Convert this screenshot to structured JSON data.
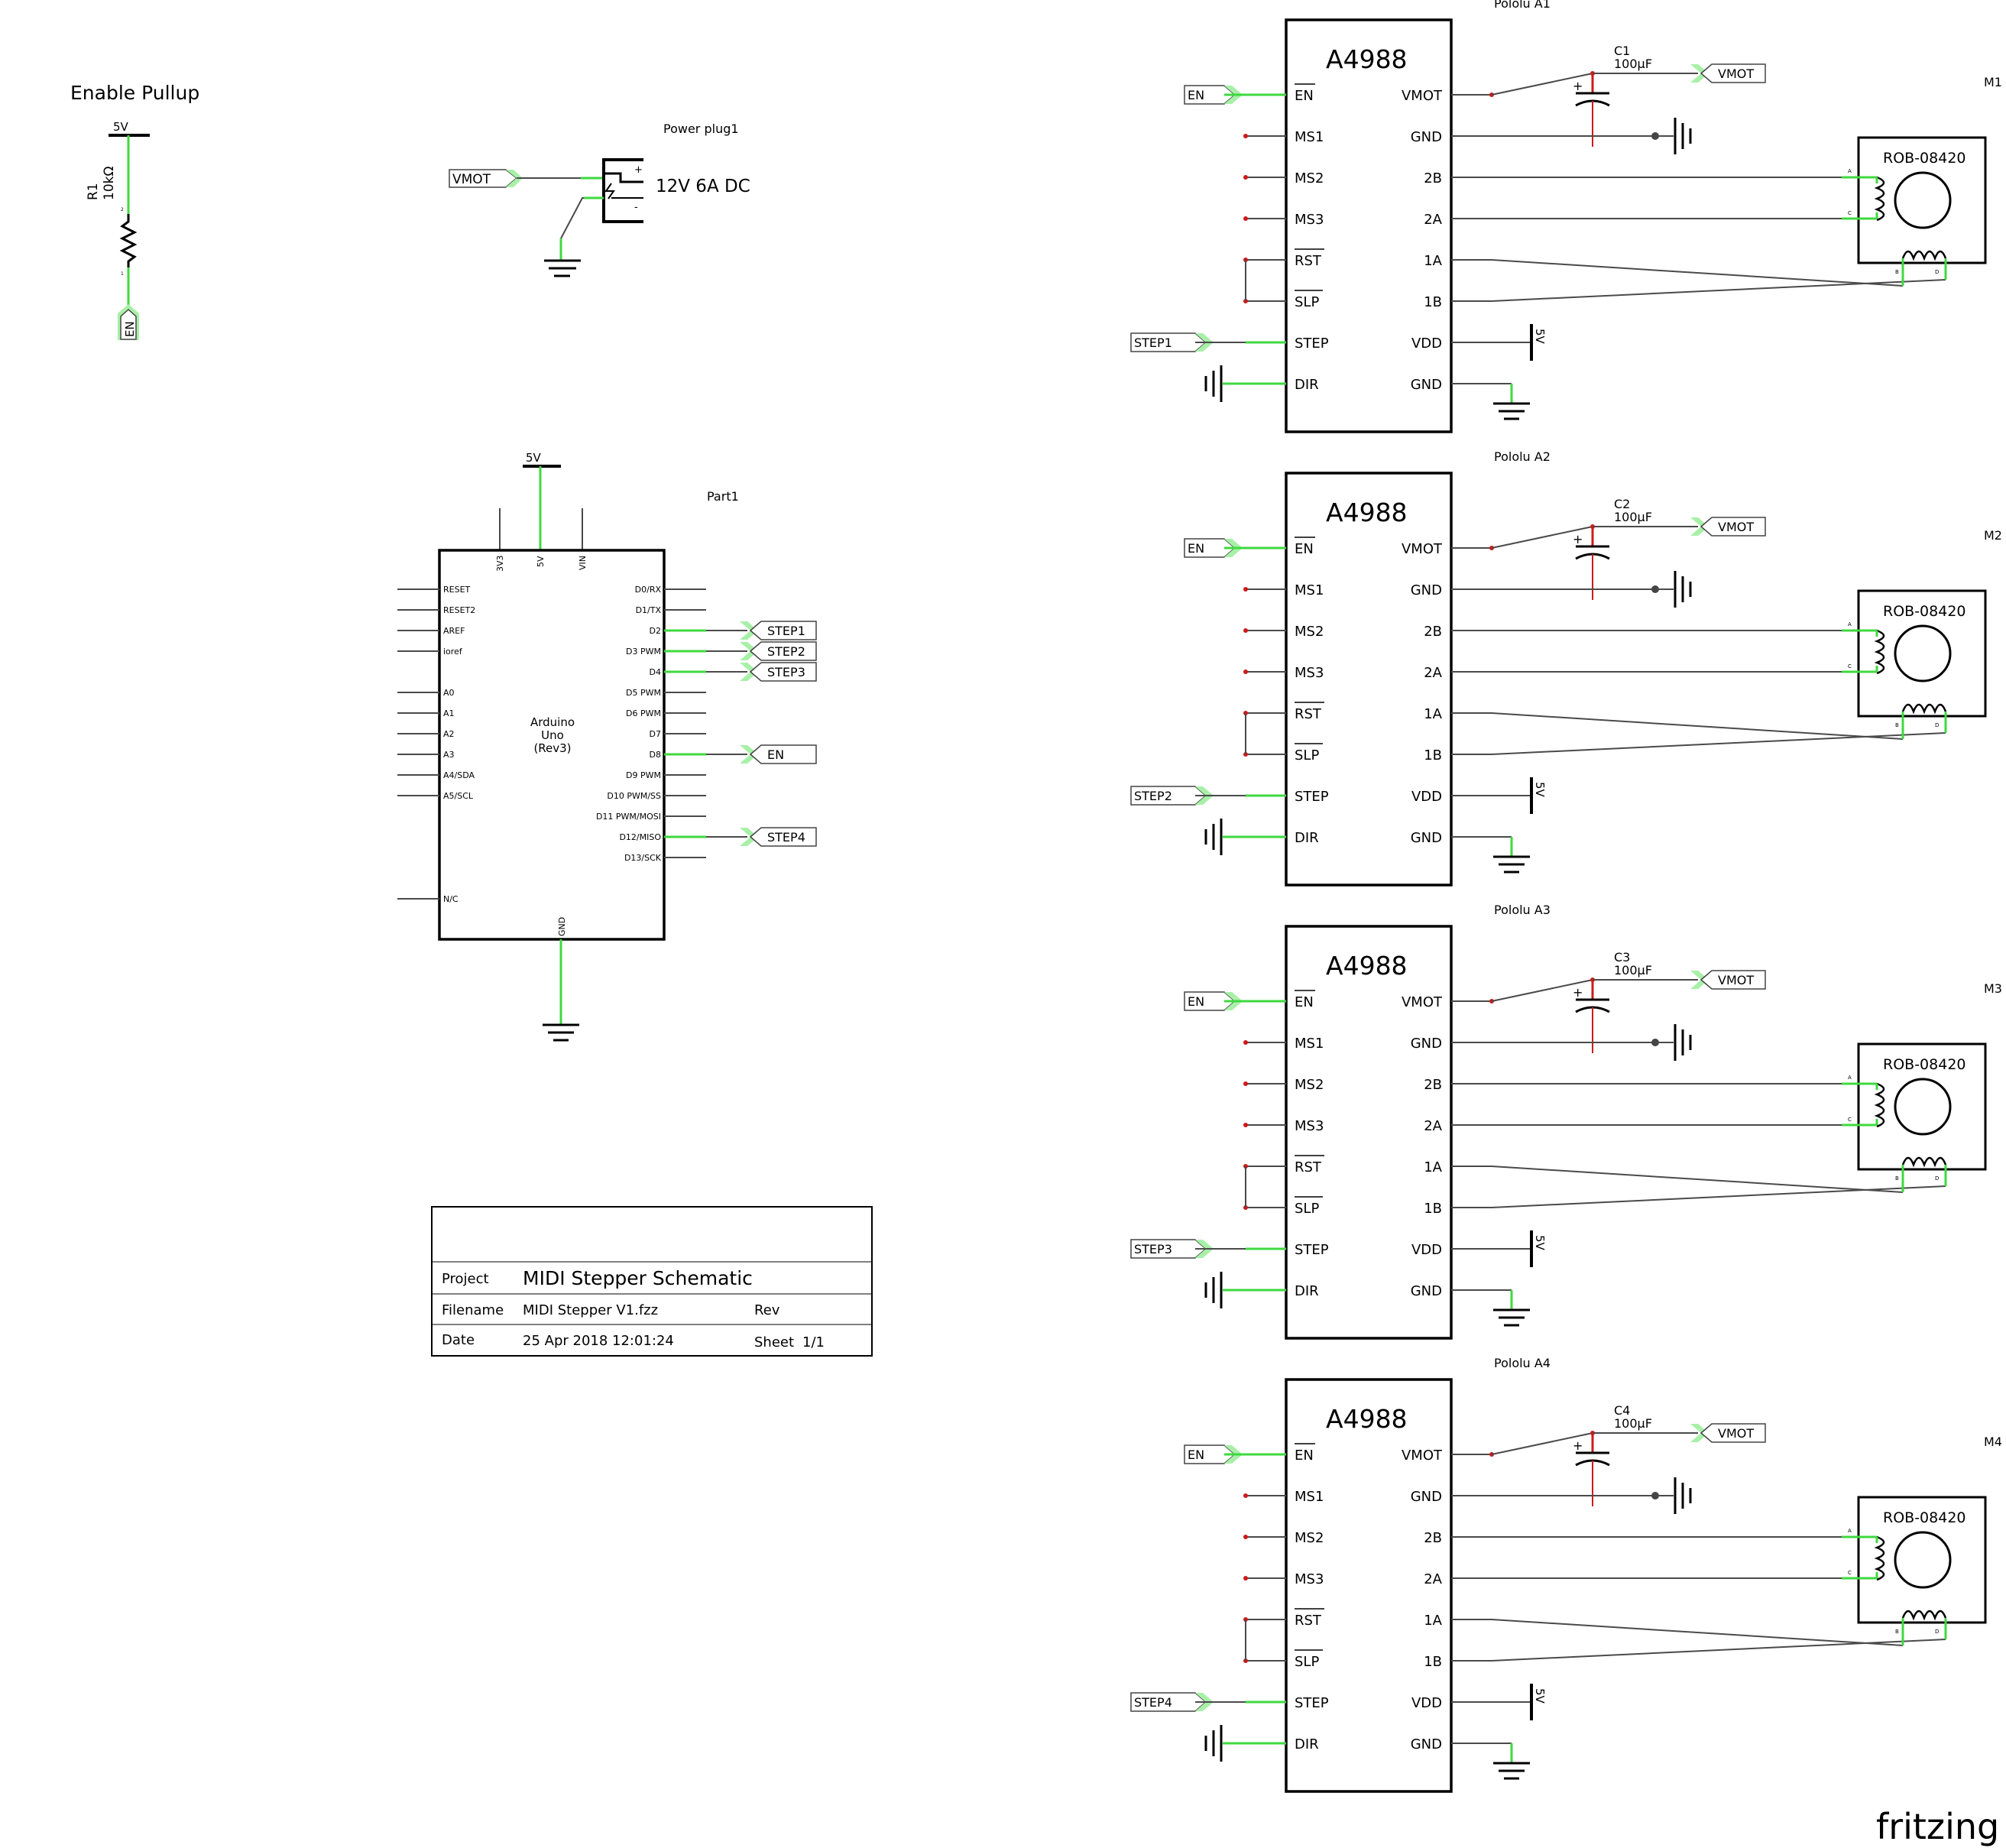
{
  "colors": {
    "wire": "#4a4a4a",
    "connected": "#3fd93f",
    "unconnected": "#cc1a1a",
    "pin_label": "#8c8c8c",
    "background": "#ffffff"
  },
  "pullup": {
    "title": "Enable Pullup",
    "supply_label": "5V",
    "ref": "R1",
    "value": "10kΩ",
    "pin_top": "2",
    "pin_bottom": "1",
    "net_label": "EN"
  },
  "power_plug": {
    "title": "Power plug1",
    "rating": "12V 6A DC",
    "net_label": "VMOT",
    "plus": "+",
    "minus": "-"
  },
  "arduino": {
    "part_label": "Part1",
    "name_lines": [
      "Arduino",
      "Uno",
      "(Rev3)"
    ],
    "supply_label": "5V",
    "top_pins": [
      "3V3",
      "5V",
      "VIN"
    ],
    "bottom_pin": "GND",
    "left_pins": [
      "RESET",
      "RESET2",
      "AREF",
      "ioref",
      "A0",
      "A1",
      "A2",
      "A3",
      "A4/SDA",
      "A5/SCL",
      "N/C"
    ],
    "right_pins": [
      "D0/RX",
      "D1/TX",
      "D2",
      "D3 PWM",
      "D4",
      "D5 PWM",
      "D6 PWM",
      "D7",
      "D8",
      "D9 PWM",
      "D10 PWM/SS",
      "D11 PWM/MOSI",
      "D12/MISO",
      "D13/SCK"
    ],
    "net_labels": [
      "STEP1",
      "STEP2",
      "STEP3",
      "EN",
      "STEP4"
    ]
  },
  "title_block": {
    "project_label": "Project",
    "project": "MIDI Stepper Schematic",
    "filename_label": "Filename",
    "filename": "MIDI Stepper V1.fzz",
    "rev_label": "Rev",
    "date_label": "Date",
    "date": "25 Apr 2018 12:01:24",
    "sheet_label": "Sheet",
    "sheet": "1/1"
  },
  "drivers": [
    {
      "title": "Pololu A1",
      "cap_ref": "C1",
      "motor_ref": "M1",
      "step_label": "STEP1"
    },
    {
      "title": "Pololu A2",
      "cap_ref": "C2",
      "motor_ref": "M2",
      "step_label": "STEP2"
    },
    {
      "title": "Pololu A3",
      "cap_ref": "C3",
      "motor_ref": "M3",
      "step_label": "STEP3"
    },
    {
      "title": "Pololu A4",
      "cap_ref": "C4",
      "motor_ref": "M4",
      "step_label": "STEP4"
    }
  ],
  "driver_common": {
    "chip": "A4988",
    "left_pins": [
      "EN",
      "MS1",
      "MS2",
      "MS3",
      "RST",
      "SLP",
      "STEP",
      "DIR"
    ],
    "right_pins": [
      "VMOT",
      "GND",
      "2B",
      "2A",
      "1A",
      "1B",
      "VDD",
      "GND"
    ],
    "en_label": "EN",
    "vmot_label": "VMOT",
    "cap_value": "100µF",
    "vdd_supply": "5V",
    "motor_part": "ROB-08420",
    "motor_pins": [
      "A",
      "C",
      "B",
      "D"
    ]
  },
  "logo": "fritzing"
}
